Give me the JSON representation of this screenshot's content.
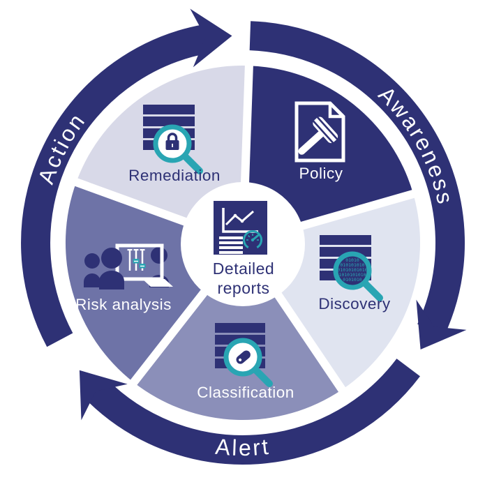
{
  "colors": {
    "navy": "#2e3175",
    "teal": "#29a5b3",
    "white": "#ffffff",
    "wedge_policy": "#2e3175",
    "wedge_discovery": "#e0e4f0",
    "wedge_classification": "#8b8fb9",
    "wedge_risk_analysis": "#6e73a7",
    "wedge_remediation": "#d8d9e8"
  },
  "ring": {
    "labels": {
      "action": "Action",
      "awareness": "Awareness",
      "alert": "Alert"
    }
  },
  "wedges": [
    {
      "id": "policy",
      "label": "Policy",
      "color": "#2e3175",
      "label_color": "#ffffff",
      "icon": "document-gavel-icon"
    },
    {
      "id": "discovery",
      "label": "Discovery",
      "color": "#e0e4f0",
      "label_color": "#2e3175",
      "icon": "database-magnifier-binary-icon",
      "binary_rows": [
        "01010",
        "010101010",
        "01010101010",
        "1010101010",
        "0101010"
      ]
    },
    {
      "id": "classification",
      "label": "Classification",
      "color": "#8b8fb9",
      "label_color": "#ffffff",
      "icon": "database-magnifier-tag-icon"
    },
    {
      "id": "risk_analysis",
      "label": "Risk analysis",
      "color": "#6e73a7",
      "label_color": "#ffffff",
      "icon": "people-monitor-sliders-icon"
    },
    {
      "id": "remediation",
      "label": "Remediation",
      "color": "#d8d9e8",
      "label_color": "#2e3175",
      "icon": "database-magnifier-lock-icon"
    }
  ],
  "center": {
    "icon": "report-chart-gauge-icon",
    "label_line1": "Detailed",
    "label_line2": "reports"
  }
}
